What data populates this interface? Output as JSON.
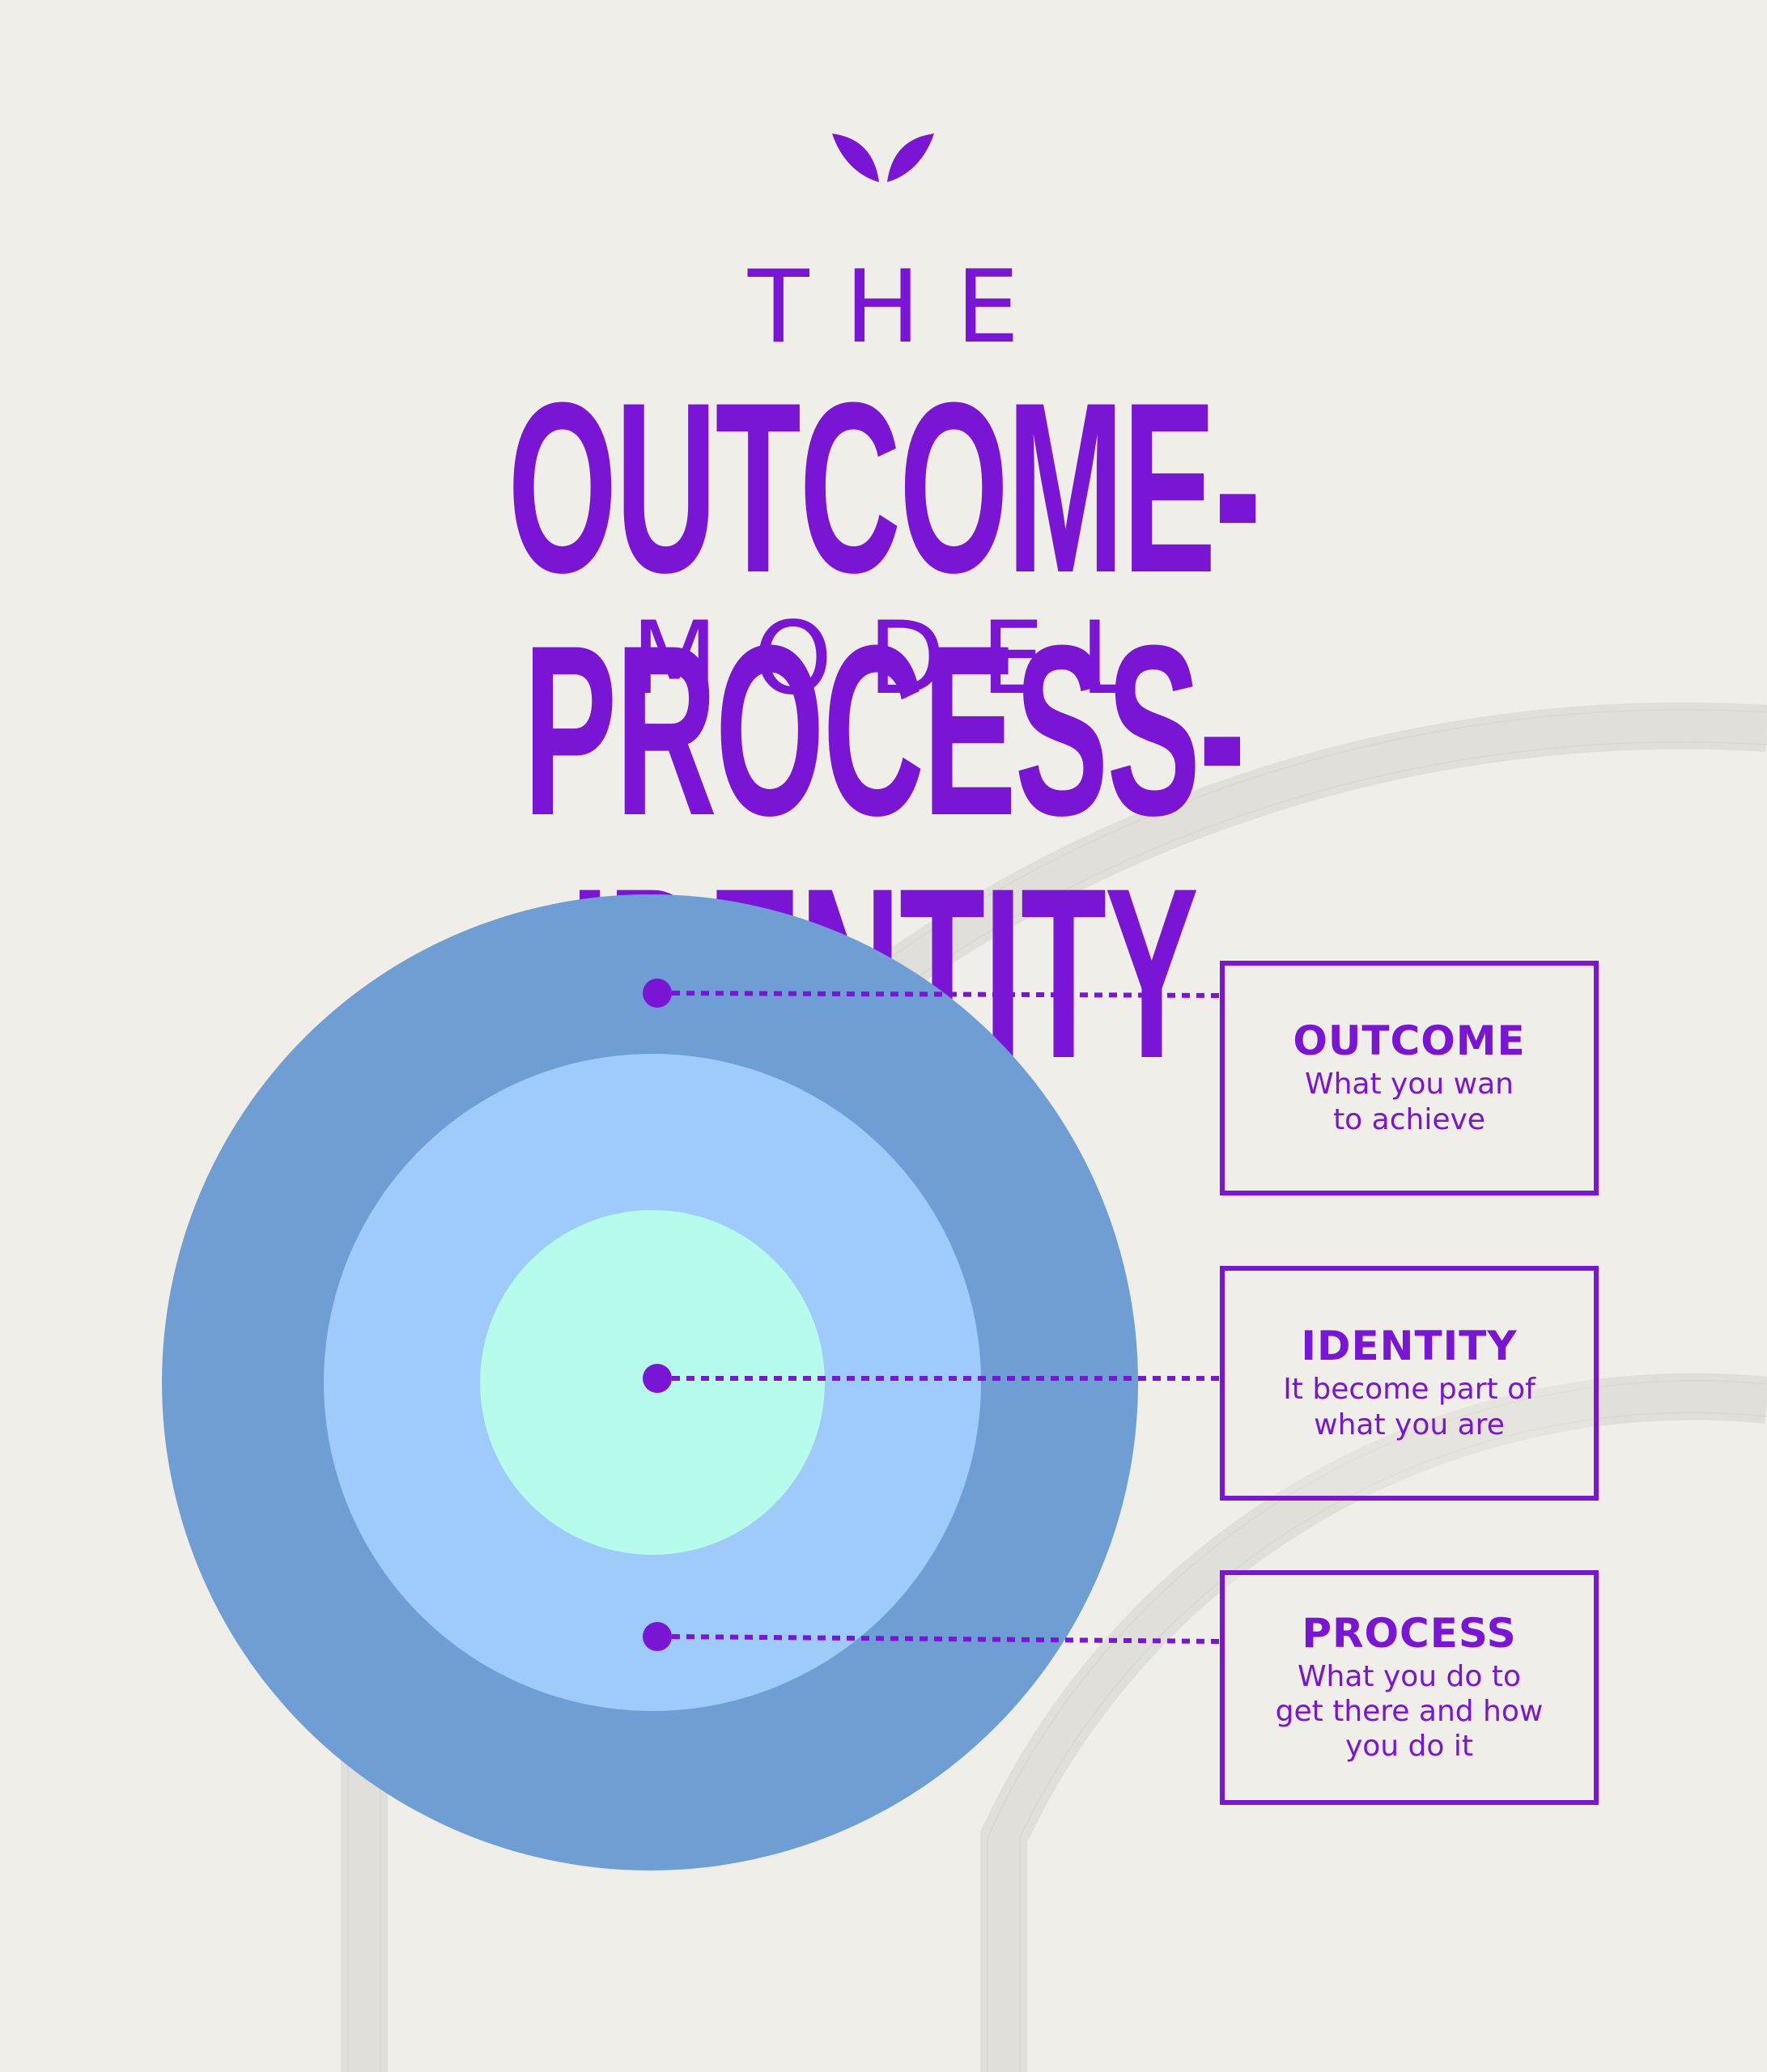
{
  "title": {
    "line1": "THE",
    "line2": "OUTCOME-PROCESS-IDENTITY",
    "line3": "MODEL"
  },
  "logo": {
    "icon": "leaf-logo-icon"
  },
  "layers": [
    {
      "id": "outcome",
      "name": "OUTCOME",
      "description": "What you wan\nto achieve",
      "ring": "outer"
    },
    {
      "id": "identity",
      "name": "IDENTITY",
      "description": "It become part of\nwhat you are",
      "ring": "core"
    },
    {
      "id": "process",
      "name": "PROCESS",
      "description": "What you do to\nget there and how\nyou do it",
      "ring": "middle"
    }
  ],
  "colors": {
    "accent": "#7a15d6",
    "outer_ring": "#6f9ed4",
    "middle_ring": "#9fcbfb",
    "core": "#b6fbec",
    "background": "#f0eee8"
  }
}
